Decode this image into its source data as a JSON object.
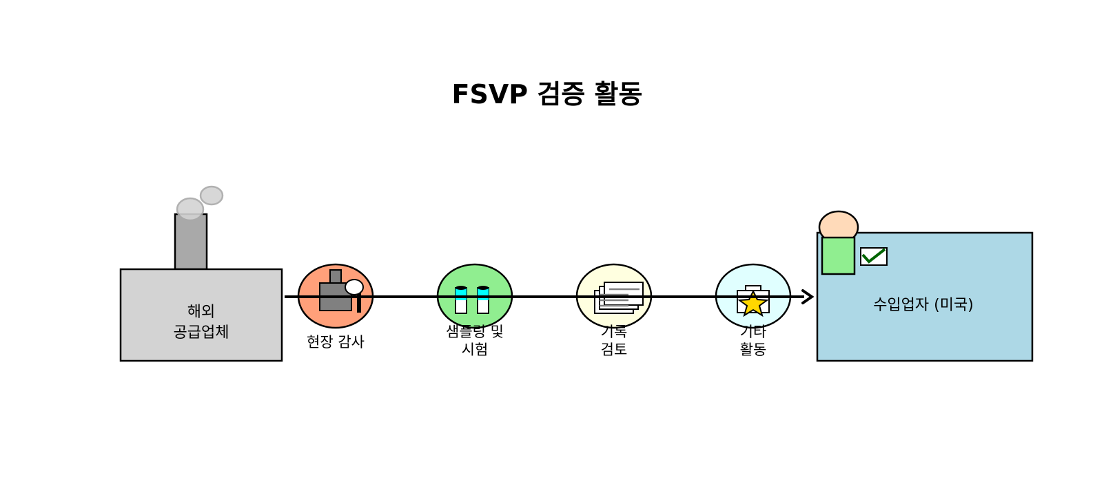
{
  "title": "FSVP 검증 활동",
  "supplier": {
    "label_line1": "해외",
    "label_line2": "공급업체",
    "fill": "#d3d3d3"
  },
  "importer": {
    "label": "수입업자 (미국)",
    "fill": "#add8e6"
  },
  "activities": [
    {
      "label_line1": "현장 감사",
      "label_line2": "",
      "fill": "#ffa07a",
      "icon": "factory-magnifier-icon"
    },
    {
      "label_line1": "샘플링 및",
      "label_line2": "시험",
      "fill": "#90ee90",
      "icon": "test-tubes-icon"
    },
    {
      "label_line1": "기록",
      "label_line2": "검토",
      "fill": "#ffffe0",
      "icon": "documents-icon"
    },
    {
      "label_line1": "기타",
      "label_line2": "활동",
      "fill": "#e0ffff",
      "icon": "star-box-icon"
    }
  ]
}
